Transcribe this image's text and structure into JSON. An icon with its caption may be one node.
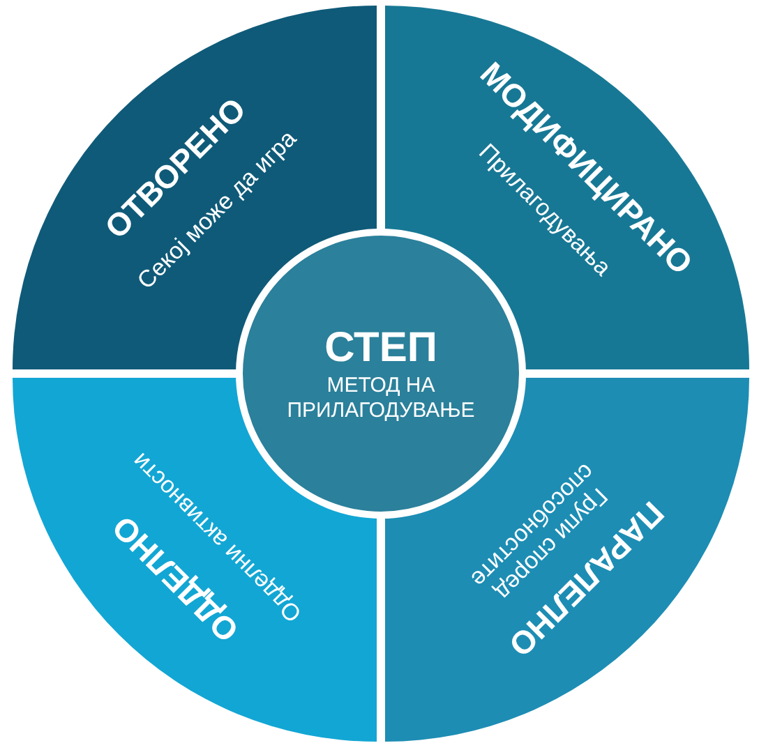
{
  "diagram": {
    "nodes": [
      {
        "text": [
          "ОТВОРЕНО",
          "Секој може да игра"
        ]
      },
      {
        "text": [
          "МОДИФИЦИРАНО",
          "Прилагодувања"
        ]
      },
      {
        "text": [
          "ОДДЕЛНО",
          "Одделни активности"
        ]
      },
      {
        "text": [
          "ПАРАЛЕЛНО",
          "Групи според способностите"
        ]
      },
      {
        "text": [
          "СТЕП",
          "МЕТОД НА ПРИЛАГОДУВАЊЕ"
        ]
      }
    ]
  }
}
